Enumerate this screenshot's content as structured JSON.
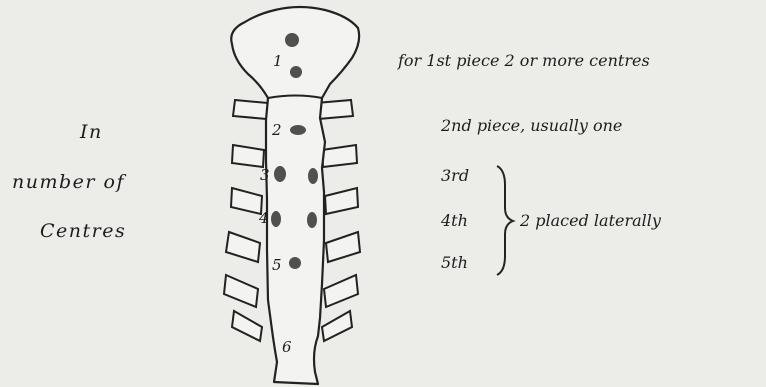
{
  "left_label": {
    "line1": "In",
    "line2": "number of",
    "line3": "Centres"
  },
  "piece_numbers": [
    "1",
    "2",
    "3",
    "4",
    "5",
    "6"
  ],
  "annotations": {
    "first": "for 1st piece 2 or more centres",
    "second": "2nd piece, usually one",
    "third": "3rd",
    "fourth": "4th",
    "fifth": "5th",
    "group_note": "2 placed laterally"
  },
  "colors": {
    "background": "#ecece9",
    "ink": "#1d1d1d"
  }
}
